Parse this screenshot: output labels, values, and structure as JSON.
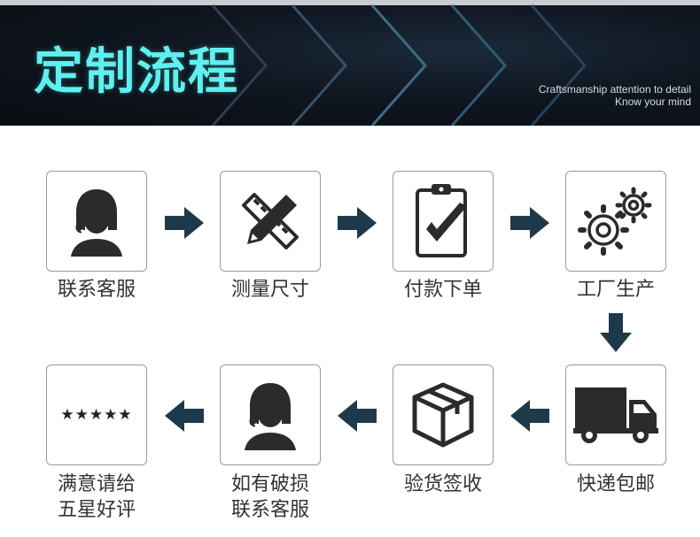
{
  "header": {
    "title": "定制流程",
    "subtitle_line1": "Craftsmanship attention to detail",
    "subtitle_line2": "Know your mind"
  },
  "steps": [
    {
      "label": "联系客服",
      "icon": "customer-service-icon"
    },
    {
      "label": "测量尺寸",
      "icon": "ruler-pencil-icon"
    },
    {
      "label": "付款下单",
      "icon": "clipboard-check-icon"
    },
    {
      "label": "工厂生产",
      "icon": "gears-icon"
    },
    {
      "label": "快递包邮",
      "icon": "delivery-truck-icon"
    },
    {
      "label": "验货签收",
      "icon": "package-box-icon"
    },
    {
      "label_line1": "如有破损",
      "label_line2": "联系客服",
      "icon": "customer-service-icon"
    },
    {
      "label_line1": "满意请给",
      "label_line2": "五星好评",
      "icon": "five-stars-icon",
      "stars": "★★★★★"
    }
  ],
  "colors": {
    "accent_title": "#5ff0f0",
    "arrow": "#1e3a4a",
    "icon": "#2b2b2b"
  }
}
